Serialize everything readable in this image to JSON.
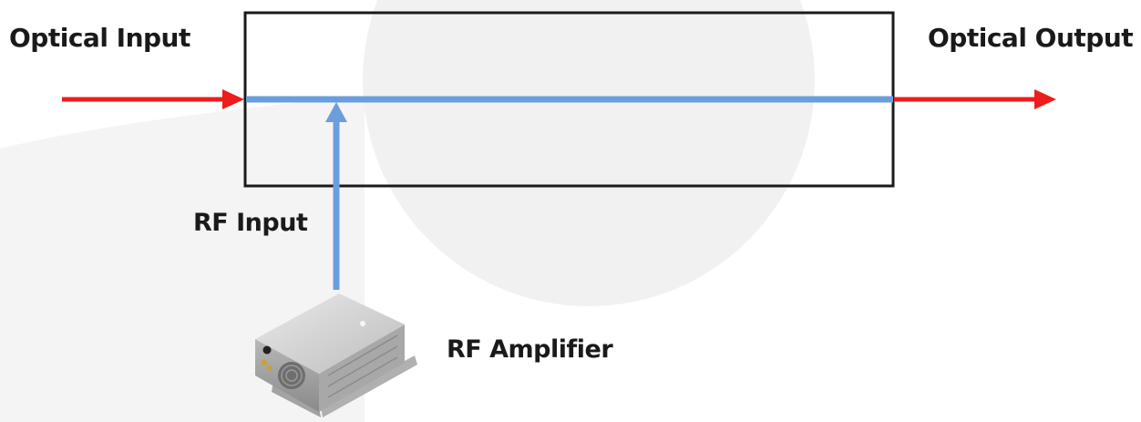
{
  "labels": {
    "optical_input": "Optical Input",
    "optical_output": "Optical Output",
    "rf_input": "RF Input",
    "rf_amplifier": "RF Amplifier"
  },
  "colors": {
    "optical_signal": "#ee1c1c",
    "electrical_signal": "#6b9edc",
    "modulator_outline": "#1a1a1a",
    "background_shape": "#f1f1f1"
  },
  "icons": {
    "amplifier": "rf-amplifier-device-photo"
  }
}
